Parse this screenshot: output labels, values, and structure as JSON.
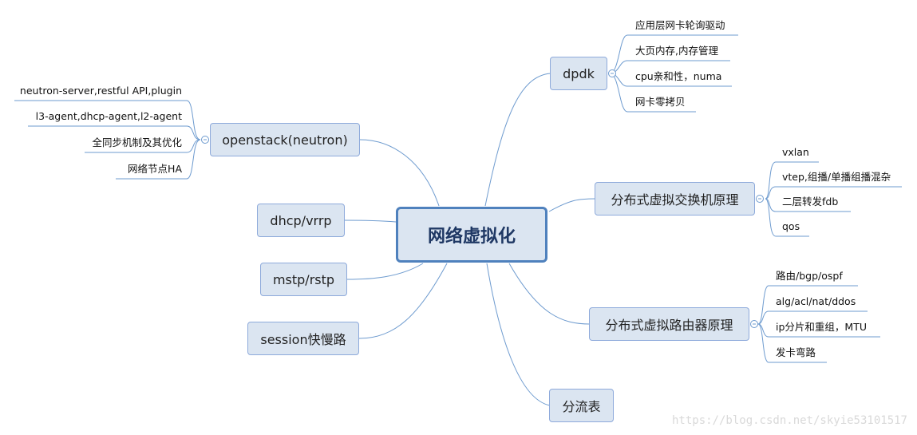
{
  "root": "网络虚拟化",
  "colors": {
    "line": "#6e9bcf",
    "node_fill": "#dbe5f1",
    "root_border": "#4f81bd"
  },
  "branches": {
    "dpdk": {
      "label": "dpdk",
      "children": [
        "应用层网卡轮询驱动",
        "大页内存,内存管理",
        "cpu亲和性，numa",
        "网卡零拷贝"
      ]
    },
    "vswitch": {
      "label": "分布式虚拟交换机原理",
      "children": [
        "vxlan",
        "vtep,组播/单播组播混杂",
        "二层转发fdb",
        "qos"
      ]
    },
    "vrouter": {
      "label": "分布式虚拟路由器原理",
      "children": [
        "路由/bgp/ospf",
        "alg/acl/nat/ddos",
        "ip分片和重组，MTU",
        "发卡弯路"
      ]
    },
    "flow": {
      "label": "分流表"
    },
    "openstack": {
      "label": "openstack(neutron)",
      "children": [
        "neutron-server,restful API,plugin",
        "l3-agent,dhcp-agent,l2-agent",
        "全同步机制及其优化",
        "网络节点HA"
      ]
    },
    "dhcp": {
      "label": "dhcp/vrrp"
    },
    "mstp": {
      "label": "mstp/rstp"
    },
    "session": {
      "label": "session快慢路"
    }
  },
  "watermark": "https://blog.csdn.net/skyie53101517"
}
